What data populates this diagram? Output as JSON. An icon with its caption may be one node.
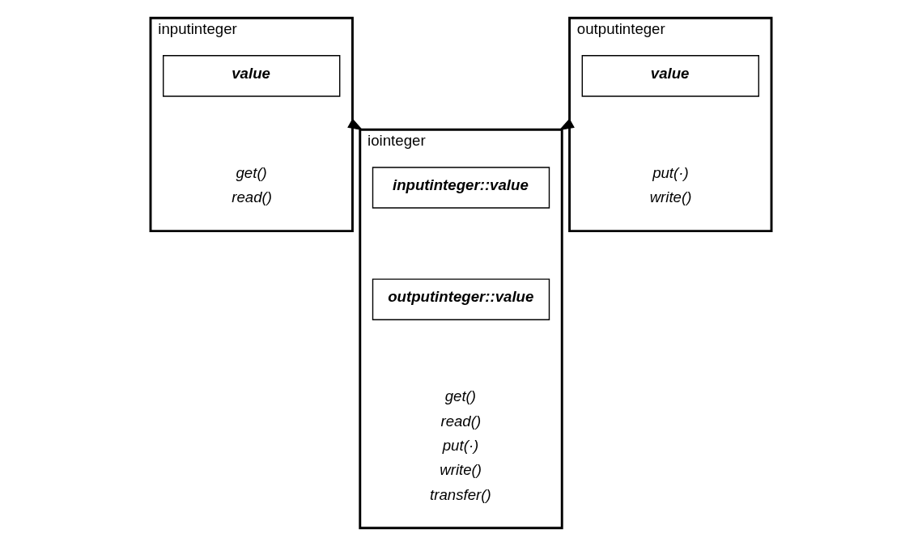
{
  "diagram": {
    "nodes": [
      {
        "text": [
          "inputinteger",
          "get()",
          "read()"
        ]
      },
      {
        "text": [
          "value"
        ],
        "in": 0
      },
      {
        "text": [
          "outputinteger",
          "put(·)",
          "write()"
        ]
      },
      {
        "text": [
          "value"
        ],
        "in": 2
      },
      {
        "text": [
          "iointeger",
          "get()",
          "read()",
          "put(·)",
          "write()",
          "transfer()"
        ]
      },
      {
        "text": [
          "inputinteger::value"
        ],
        "in": 4
      },
      {
        "text": [
          "outputinteger::value"
        ],
        "in": 4
      }
    ],
    "edges": [
      {
        "from": 0,
        "to": 4,
        "arrow": "to"
      },
      {
        "from": 2,
        "to": 4,
        "arrow": "to"
      }
    ]
  }
}
